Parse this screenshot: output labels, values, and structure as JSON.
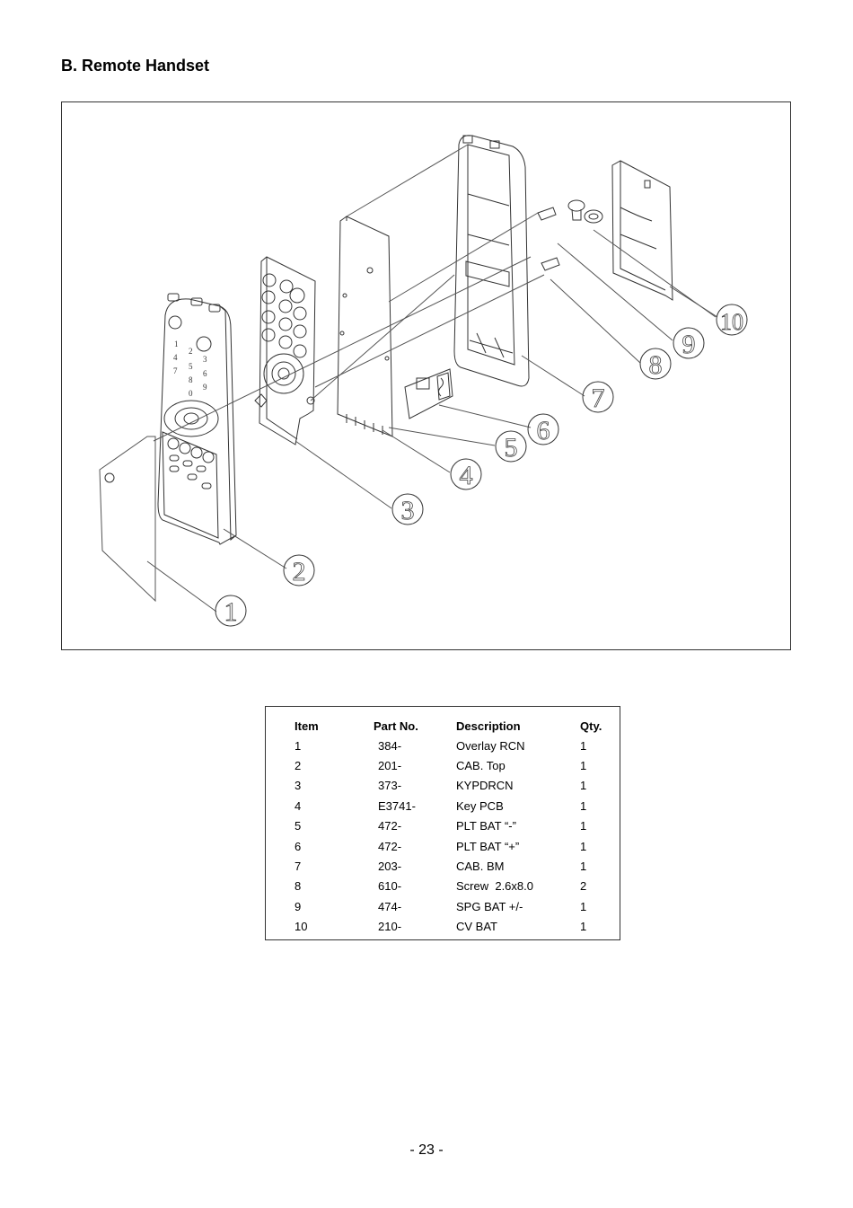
{
  "section_title": "B. Remote Handset",
  "callouts": [
    "1",
    "2",
    "3",
    "4",
    "5",
    "6",
    "7",
    "8",
    "9",
    "10"
  ],
  "keypad_digits": [
    "1",
    "2",
    "3",
    "4",
    "5",
    "6",
    "7",
    "8",
    "9",
    "0"
  ],
  "table": {
    "headers": [
      "Item",
      "Part No.",
      "Description",
      "Qty."
    ],
    "rows": [
      [
        "1",
        "384-",
        "Overlay RCN",
        "1"
      ],
      [
        "2",
        "201-",
        "CAB. Top",
        "1"
      ],
      [
        "3",
        "373-",
        "KYPDRCN",
        "1"
      ],
      [
        "4",
        "E3741-",
        "Key PCB",
        "1"
      ],
      [
        "5",
        "472-",
        "PLT BAT “-”",
        "1"
      ],
      [
        "6",
        "472-",
        "PLT BAT “+”",
        "1"
      ],
      [
        "7",
        "203-",
        "CAB. BM",
        "1"
      ],
      [
        "8",
        "610-",
        "Screw  2.6x8.0",
        "2"
      ],
      [
        "9",
        "474-",
        "SPG BAT +/-",
        "1"
      ],
      [
        "10",
        "210-",
        "CV BAT",
        "1"
      ]
    ]
  },
  "page_number": "- 23 -"
}
